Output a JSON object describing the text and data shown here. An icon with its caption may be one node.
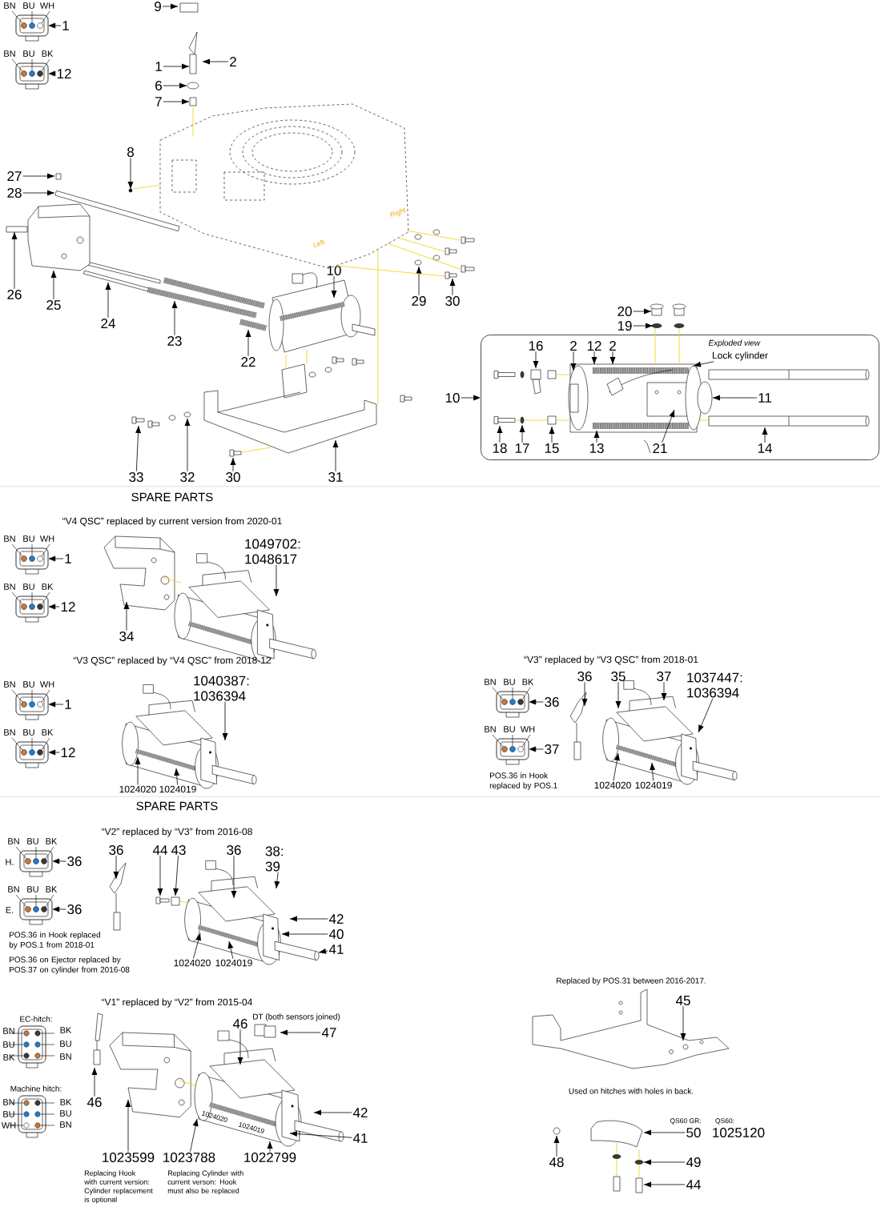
{
  "diagram": {
    "nodes": [
      {
        "text": [
          "9"
        ]
      },
      {
        "text": [
          "1"
        ]
      },
      {
        "text": [
          "12"
        ]
      },
      {
        "text": [
          "1"
        ]
      },
      {
        "text": [
          "2"
        ]
      },
      {
        "text": [
          "6"
        ]
      },
      {
        "text": [
          "7"
        ]
      },
      {
        "text": [
          "8"
        ]
      },
      {
        "text": [
          "27"
        ]
      },
      {
        "text": [
          "28"
        ]
      },
      {
        "text": [
          "26"
        ]
      },
      {
        "text": [
          "25"
        ]
      },
      {
        "text": [
          "24"
        ]
      },
      {
        "text": [
          "23"
        ]
      },
      {
        "text": [
          "22"
        ]
      },
      {
        "text": [
          "10"
        ]
      },
      {
        "text": [
          "29"
        ]
      },
      {
        "text": [
          "30"
        ]
      },
      {
        "text": [
          "33"
        ]
      },
      {
        "text": [
          "32"
        ]
      },
      {
        "text": [
          "30"
        ]
      },
      {
        "text": [
          "31"
        ]
      },
      {
        "text": [
          "Exploded view"
        ]
      },
      {
        "text": [
          "20"
        ]
      },
      {
        "text": [
          "19"
        ]
      },
      {
        "text": [
          "16"
        ],
        "in": 22
      },
      {
        "text": [
          "2"
        ],
        "in": 22
      },
      {
        "text": [
          "12"
        ],
        "in": 22
      },
      {
        "text": [
          "2"
        ],
        "in": 22
      },
      {
        "text": [
          "Lock cylinder"
        ],
        "in": 22
      },
      {
        "text": [
          "11"
        ],
        "in": 22
      },
      {
        "text": [
          "18"
        ],
        "in": 22
      },
      {
        "text": [
          "17"
        ],
        "in": 22
      },
      {
        "text": [
          "15"
        ],
        "in": 22
      },
      {
        "text": [
          "13"
        ],
        "in": 22
      },
      {
        "text": [
          "21"
        ],
        "in": 22
      },
      {
        "text": [
          "14"
        ],
        "in": 22
      },
      {
        "text": [
          "10"
        ]
      },
      {
        "text": [
          "1"
        ]
      },
      {
        "text": [
          "12"
        ]
      },
      {
        "text": [
          "1049702: 1048617"
        ]
      },
      {
        "text": [
          "34"
        ]
      },
      {
        "text": [
          "1"
        ]
      },
      {
        "text": [
          "12"
        ]
      },
      {
        "text": [
          "1040387: 1036394"
        ]
      },
      {
        "text": [
          "1024020"
        ]
      },
      {
        "text": [
          "1024019"
        ]
      },
      {
        "text": [
          "36"
        ]
      },
      {
        "text": [
          "37"
        ]
      },
      {
        "text": [
          "36"
        ]
      },
      {
        "text": [
          "35"
        ]
      },
      {
        "text": [
          "37"
        ]
      },
      {
        "text": [
          "1037447: 1036394"
        ]
      },
      {
        "text": [
          "1024020"
        ]
      },
      {
        "text": [
          "1024019"
        ]
      },
      {
        "text": [
          "36"
        ]
      },
      {
        "text": [
          "36"
        ]
      },
      {
        "text": [
          "36"
        ]
      },
      {
        "text": [
          "44"
        ]
      },
      {
        "text": [
          "43"
        ]
      },
      {
        "text": [
          "36"
        ]
      },
      {
        "text": [
          "38: 39"
        ]
      },
      {
        "text": [
          "42"
        ]
      },
      {
        "text": [
          "40"
        ]
      },
      {
        "text": [
          "41"
        ]
      },
      {
        "text": [
          "1024020"
        ]
      },
      {
        "text": [
          "1024019"
        ]
      },
      {
        "text": [
          "47"
        ]
      },
      {
        "text": [
          "46"
        ]
      },
      {
        "text": [
          "46"
        ]
      },
      {
        "text": [
          "42"
        ]
      },
      {
        "text": [
          "41"
        ]
      },
      {
        "text": [
          "1023599"
        ]
      },
      {
        "text": [
          "1023788"
        ]
      },
      {
        "text": [
          "1022799"
        ]
      },
      {
        "text": [
          "45"
        ]
      },
      {
        "text": [
          "48"
        ]
      },
      {
        "text": [
          "50"
        ]
      },
      {
        "text": [
          "49"
        ]
      },
      {
        "text": [
          "44"
        ]
      },
      {
        "text": [],
        "shape": "picture",
        "beside": [
          "BN",
          "BU",
          "WH"
        ]
      },
      {
        "text": [],
        "shape": "picture",
        "beside": [
          "BN",
          "BU",
          "BK"
        ]
      },
      {
        "text": [],
        "shape": "picture",
        "beside": [
          "BN",
          "BU",
          "WH"
        ]
      },
      {
        "text": [],
        "shape": "picture",
        "beside": [
          "BN",
          "BU",
          "BK"
        ]
      },
      {
        "text": [],
        "shape": "picture",
        "beside": [
          "BN",
          "BU",
          "WH"
        ]
      },
      {
        "text": [],
        "shape": "picture",
        "beside": [
          "BN",
          "BU",
          "BK"
        ]
      },
      {
        "text": [],
        "shape": "picture",
        "beside": [
          "BN",
          "BU",
          "BK"
        ]
      },
      {
        "text": [],
        "shape": "picture",
        "beside": [
          "BN",
          "BU",
          "WH"
        ]
      },
      {
        "text": [],
        "shape": "picture",
        "beside": [
          "BN",
          "BU",
          "BK",
          "H."
        ]
      },
      {
        "text": [],
        "shape": "picture",
        "beside": [
          "BN",
          "BU",
          "BK",
          "E."
        ]
      },
      {
        "text": [],
        "shape": "box"
      },
      {
        "text": [],
        "shape": "picture"
      },
      {
        "text": [],
        "shape": "circle"
      },
      {
        "text": [],
        "shape": "box"
      },
      {
        "text": [],
        "shape": "circle"
      },
      {
        "text": [],
        "shape": "box"
      },
      {
        "text": [],
        "shape": "bar"
      },
      {
        "text": [],
        "shape": "box"
      },
      {
        "text": [],
        "shape": "picture"
      },
      {
        "text": [],
        "shape": "bar"
      },
      {
        "text": [],
        "shape": "picture"
      },
      {
        "text": [],
        "shape": "picture"
      },
      {
        "text": [],
        "shape": "picture"
      },
      {
        "text": [],
        "shape": "picture"
      },
      {
        "text": [],
        "shape": "picture"
      },
      {
        "text": [],
        "shape": "picture"
      },
      {
        "text": [],
        "shape": "circle"
      },
      {
        "text": [],
        "shape": "picture"
      },
      {
        "text": [],
        "shape": "picture"
      },
      {
        "text": [],
        "shape": "picture"
      },
      {
        "text": [],
        "shape": "picture"
      },
      {
        "text": [],
        "shape": "picture",
        "in": 22
      },
      {
        "text": [],
        "shape": "picture",
        "in": 22
      },
      {
        "text": [],
        "shape": "picture",
        "in": 22
      },
      {
        "text": [],
        "shape": "circle",
        "in": 22
      },
      {
        "text": [],
        "shape": "box",
        "in": 22
      },
      {
        "text": [],
        "shape": "picture",
        "in": 22
      },
      {
        "text": [],
        "shape": "picture"
      },
      {
        "text": [],
        "shape": "picture"
      },
      {
        "text": [],
        "shape": "picture"
      },
      {
        "text": [],
        "shape": "picture"
      },
      {
        "text": [],
        "shape": "picture"
      },
      {
        "text": [],
        "shape": "picture"
      },
      {
        "text": [],
        "shape": "picture"
      },
      {
        "text": [],
        "shape": "box"
      },
      {
        "text": [],
        "shape": "picture"
      },
      {
        "text": [],
        "shape": "picture"
      },
      {
        "text": [],
        "shape": "picture"
      },
      {
        "text": [],
        "shape": "picture"
      },
      {
        "text": [],
        "shape": "picture"
      },
      {
        "text": [],
        "shape": "picture",
        "beside": [
          "Replaced by POS.31 between 2016-2017.",
          "Used on hitches with holes in back."
        ]
      },
      {
        "text": [],
        "shape": "circle"
      },
      {
        "text": [],
        "shape": "picture"
      },
      {
        "text": [],
        "shape": "picture"
      },
      {
        "text": [],
        "shape": "picture"
      },
      {
        "text": [],
        "shape": "picture"
      }
    ],
    "edges": [
      {
        "from": 0,
        "to": 90,
        "arrow": "to"
      },
      {
        "from": 1,
        "to": 80,
        "arrow": "to"
      },
      {
        "from": 2,
        "to": 81,
        "arrow": "to"
      },
      {
        "from": 3,
        "to": 91,
        "arrow": "to"
      },
      {
        "from": 4,
        "to": 91,
        "arrow": "to"
      },
      {
        "from": 5,
        "to": 92,
        "arrow": "to"
      },
      {
        "from": 6,
        "to": 93,
        "arrow": "to"
      },
      {
        "from": 7,
        "to": 94,
        "arrow": "to"
      },
      {
        "from": 8,
        "to": 95,
        "arrow": "to"
      },
      {
        "from": 9,
        "to": 96,
        "arrow": "to"
      },
      {
        "from": 10,
        "to": 97,
        "arrow": "to"
      },
      {
        "from": 11,
        "to": 98,
        "arrow": "to"
      },
      {
        "from": 12,
        "to": 99,
        "arrow": "to"
      },
      {
        "from": 13,
        "to": 100,
        "arrow": "to"
      },
      {
        "from": 14,
        "to": 101,
        "arrow": "to"
      },
      {
        "from": 15,
        "to": 102,
        "arrow": "to"
      },
      {
        "from": 16,
        "to": 103,
        "arrow": "to"
      },
      {
        "from": 17,
        "to": 104,
        "arrow": "to"
      },
      {
        "from": 18,
        "to": 105,
        "arrow": "to"
      },
      {
        "from": 19,
        "to": 106,
        "arrow": "to"
      },
      {
        "from": 20,
        "to": 107,
        "arrow": "to"
      },
      {
        "from": 21,
        "to": 108,
        "arrow": "to"
      },
      {
        "from": 23,
        "to": 109,
        "arrow": "to"
      },
      {
        "from": 24,
        "to": 110,
        "arrow": "to"
      },
      {
        "from": 25,
        "to": 111,
        "arrow": "to"
      },
      {
        "from": 26,
        "to": 112,
        "arrow": "to"
      },
      {
        "from": 27,
        "to": 112,
        "arrow": "to"
      },
      {
        "from": 28,
        "to": 112,
        "arrow": "to"
      },
      {
        "from": 29,
        "to": 112,
        "arrow": "to"
      },
      {
        "from": 30,
        "to": 112,
        "arrow": "to"
      },
      {
        "from": 31,
        "to": 113,
        "arrow": "to"
      },
      {
        "from": 32,
        "to": 114,
        "arrow": "to"
      },
      {
        "from": 33,
        "to": 115,
        "arrow": "to"
      },
      {
        "from": 34,
        "to": 112,
        "arrow": "to"
      },
      {
        "from": 35,
        "to": 112,
        "arrow": "to"
      },
      {
        "from": 36,
        "to": 116,
        "arrow": "to"
      },
      {
        "from": 37,
        "to": 22,
        "arrow": "to"
      },
      {
        "from": 38,
        "to": 82,
        "arrow": "to"
      },
      {
        "from": 39,
        "to": 83,
        "arrow": "to"
      },
      {
        "from": 40,
        "to": 117,
        "arrow": "to"
      },
      {
        "from": 41,
        "to": 118,
        "arrow": "to"
      },
      {
        "from": 42,
        "to": 84,
        "arrow": "to"
      },
      {
        "from": 43,
        "to": 85,
        "arrow": "to"
      },
      {
        "from": 44,
        "to": 119,
        "arrow": "to"
      },
      {
        "from": 45,
        "to": 119,
        "arrow": "to"
      },
      {
        "from": 46,
        "to": 119,
        "arrow": "to"
      },
      {
        "from": 47,
        "to": 86,
        "arrow": "to"
      },
      {
        "from": 48,
        "to": 87,
        "arrow": "to"
      },
      {
        "from": 49,
        "to": 120,
        "arrow": "to"
      },
      {
        "from": 50,
        "to": 121,
        "arrow": "to"
      },
      {
        "from": 51,
        "to": 121,
        "arrow": "to"
      },
      {
        "from": 52,
        "to": 121,
        "arrow": "to"
      },
      {
        "from": 53,
        "to": 121,
        "arrow": "to"
      },
      {
        "from": 54,
        "to": 121,
        "arrow": "to"
      },
      {
        "from": 55,
        "to": 88,
        "arrow": "to"
      },
      {
        "from": 56,
        "to": 89,
        "arrow": "to"
      },
      {
        "from": 57,
        "to": 122,
        "arrow": "to"
      },
      {
        "from": 58,
        "to": 123,
        "arrow": "to"
      },
      {
        "from": 59,
        "to": 124,
        "arrow": "to"
      },
      {
        "from": 60,
        "to": 125,
        "arrow": "to"
      },
      {
        "from": 61,
        "to": 125,
        "arrow": "to"
      },
      {
        "from": 62,
        "to": 125,
        "arrow": "to"
      },
      {
        "from": 63,
        "to": 125,
        "arrow": "to"
      },
      {
        "from": 64,
        "to": 125,
        "arrow": "to"
      },
      {
        "from": 65,
        "to": 125,
        "arrow": "to"
      },
      {
        "from": 66,
        "to": 125,
        "arrow": "to"
      },
      {
        "from": 67,
        "to": 126,
        "arrow": "to"
      },
      {
        "from": 68,
        "to": 127,
        "arrow": "to"
      },
      {
        "from": 69,
        "to": 128,
        "arrow": "to"
      },
      {
        "from": 70,
        "to": 128,
        "arrow": "to"
      },
      {
        "from": 71,
        "to": 128,
        "arrow": "to"
      },
      {
        "from": 72,
        "to": 129,
        "arrow": "to"
      },
      {
        "from": 73,
        "to": 128,
        "arrow": "to"
      },
      {
        "from": 74,
        "to": 128,
        "arrow": "to"
      },
      {
        "from": 75,
        "to": 130,
        "arrow": "to"
      },
      {
        "from": 76,
        "to": 131,
        "arrow": "to"
      },
      {
        "from": 77,
        "to": 132,
        "arrow": "to"
      },
      {
        "from": 78,
        "to": 133,
        "arrow": "to"
      },
      {
        "from": 79,
        "to": 134,
        "arrow": "to"
      },
      {
        "from": 93,
        "to": 135,
        "arrow": "none",
        "color": "#f0d000"
      },
      {
        "from": 102,
        "to": 108,
        "arrow": "none",
        "color": "#f0d000"
      },
      {
        "from": 102,
        "to": 108,
        "arrow": "none",
        "color": "#f0d000"
      },
      {
        "from": 135,
        "to": 108,
        "arrow": "none",
        "color": "#f0d000"
      },
      {
        "from": 135,
        "to": 103,
        "arrow": "none",
        "color": "#f0d000"
      },
      {
        "from": 135,
        "to": 103,
        "arrow": "none",
        "color": "#f0d000"
      },
      {
        "from": 135,
        "to": 103,
        "arrow": "none",
        "color": "#f0d000"
      },
      {
        "from": 135,
        "to": 104,
        "arrow": "none",
        "color": "#f0d000"
      },
      {
        "from": 94,
        "to": 135,
        "arrow": "none",
        "color": "#f0d000"
      },
      {
        "from": 107,
        "to": 108,
        "arrow": "none",
        "color": "#f0d000"
      },
      {
        "from": 111,
        "to": 112,
        "arrow": "none",
        "color": "#f0d000"
      },
      {
        "from": 113,
        "to": 114,
        "arrow": "none",
        "color": "#f0d000"
      },
      {
        "from": 114,
        "to": 115,
        "arrow": "none",
        "color": "#f0d000"
      },
      {
        "from": 115,
        "to": 112,
        "arrow": "none",
        "color": "#f0d000"
      },
      {
        "from": 112,
        "to": 116,
        "arrow": "none",
        "color": "#f0d000"
      },
      {
        "from": 110,
        "to": 112,
        "arrow": "none",
        "color": "#f0d000"
      },
      {
        "from": 110,
        "to": 112,
        "arrow": "none",
        "color": "#f0d000"
      },
      {
        "from": 118,
        "to": 117,
        "arrow": "none",
        "color": "#f0d000"
      },
      {
        "from": 124,
        "to": 125,
        "arrow": "none",
        "color": "#f0d000"
      },
      {
        "from": 129,
        "to": 128,
        "arrow": "none",
        "color": "#f0d000"
      },
      {
        "from": 132,
        "to": 133,
        "arrow": "none",
        "color": "#f0d000"
      },
      {
        "from": 133,
        "to": 134,
        "arrow": "none",
        "color": "#f0d000"
      },
      {
        "from": 132,
        "to": 133,
        "arrow": "none",
        "color": "#f0d000"
      },
      {
        "from": 133,
        "to": 134,
        "arrow": "none",
        "color": "#f0d000"
      }
    ],
    "labels": [
      "Right",
      "Left",
      "SPARE PARTS",
      "“V4 QSC” replaced by current version from 2020-01",
      "“V3 QSC” replaced by “V4 QSC” from 2018-12",
      "“V3” replaced by “V3 QSC” from 2018-01",
      "POS.36 in Hook replaced by POS.1",
      "SPARE PARTS",
      "“V2” replaced by “V3” from 2016-08",
      "POS.36 in Hook replaced by POS.1 from 2018-01",
      "POS.36 on Ejector replaced by POS.37 on cylinder from 2016-08",
      "“V1” replaced by “V2” from 2015-04",
      "EC-hitch:",
      "BN",
      "BK",
      "BU",
      "BU",
      "BK",
      "BN",
      "DT (both sensors joined)",
      "Machine hitch:",
      "BN",
      "BK",
      "BU",
      "BU",
      "WH",
      "BN",
      "1024020",
      "1024019",
      "Replacing Hook with current version: Cylinder replacement is optional",
      "Replacing Cylinder with current verson: Hook must also be replaced",
      "QS60 GR:",
      "QS60:",
      "1025120"
    ]
  }
}
